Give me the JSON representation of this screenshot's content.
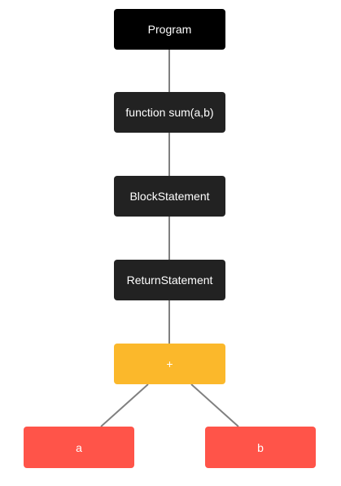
{
  "colors": {
    "root": "#000000",
    "statement": "#222222",
    "operator": "#fbb82b",
    "identifier": "#ff5449",
    "edge": "#808080",
    "text": "#ffffff"
  },
  "tree": {
    "program": "Program",
    "function": "function sum(a,b)",
    "block": "BlockStatement",
    "return": "ReturnStatement",
    "operator": "+",
    "left": "a",
    "right": "b"
  }
}
